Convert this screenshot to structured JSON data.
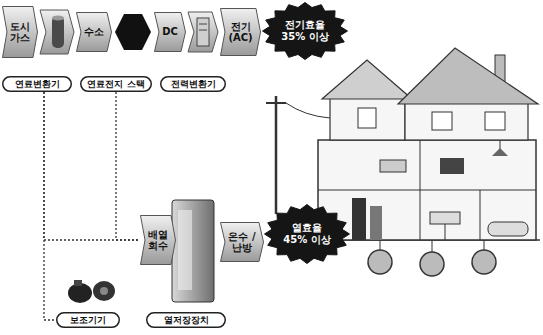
{
  "diagram": {
    "nodes": [
      {
        "text": [
          "도시 가스"
        ]
      },
      {
        "text": [
          "수소"
        ]
      },
      {
        "text": [
          "DC"
        ]
      },
      {
        "text": [
          "전기 (AC)"
        ]
      },
      {
        "text": [
          "전기효율 35% 이상"
        ]
      },
      {
        "text": [
          "연료변환기"
        ]
      },
      {
        "text": [
          "연료전지 스택"
        ]
      },
      {
        "text": [
          "전력변환기"
        ]
      },
      {
        "text": [
          "배열 회수"
        ]
      },
      {
        "text": [
          "온수 /난방"
        ]
      },
      {
        "text": [
          "열효율 45% 이상"
        ]
      },
      {
        "text": [
          "보조기기"
        ]
      },
      {
        "text": [
          "열저장장치"
        ]
      }
    ],
    "edges": [
      {
        "from": 5,
        "to": 11,
        "arrow": "none"
      },
      {
        "from": 5,
        "to": 8,
        "arrow": "none"
      },
      {
        "from": 6,
        "to": 8,
        "arrow": "none"
      }
    ]
  }
}
